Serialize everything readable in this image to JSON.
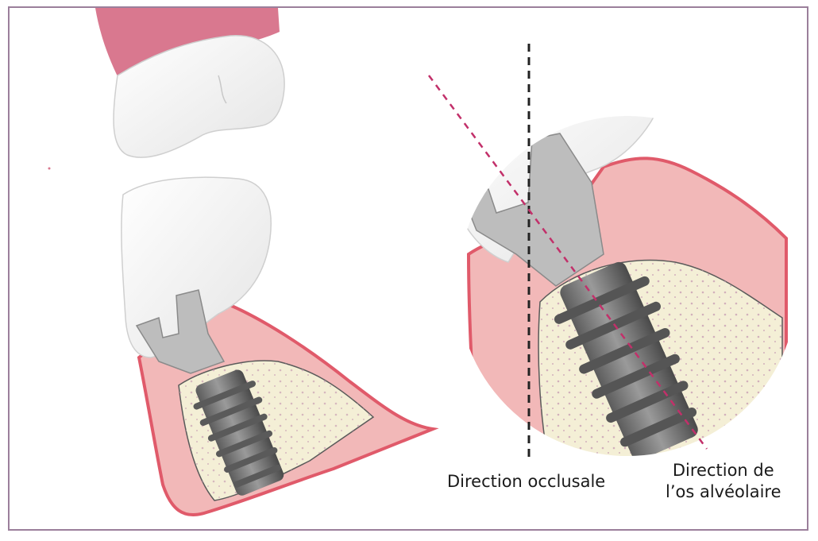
{
  "labels": {
    "occlusal_direction": "Direction occlusale",
    "alveolar_direction_line1": "Direction de",
    "alveolar_direction_line2": "l’os alvéolaire"
  },
  "colors": {
    "frame": "#9b7f9b",
    "gum_upper": "#d9788f",
    "gum": "#f2b8b8",
    "gum_edge": "#e05a6a",
    "bone": "#f4efd6",
    "tooth": "#f7f7f7",
    "metal": "#a8a8a8",
    "implant": "#6e6e6e",
    "occlusal_line": "#222222",
    "alveolar_line": "#c2306a"
  }
}
